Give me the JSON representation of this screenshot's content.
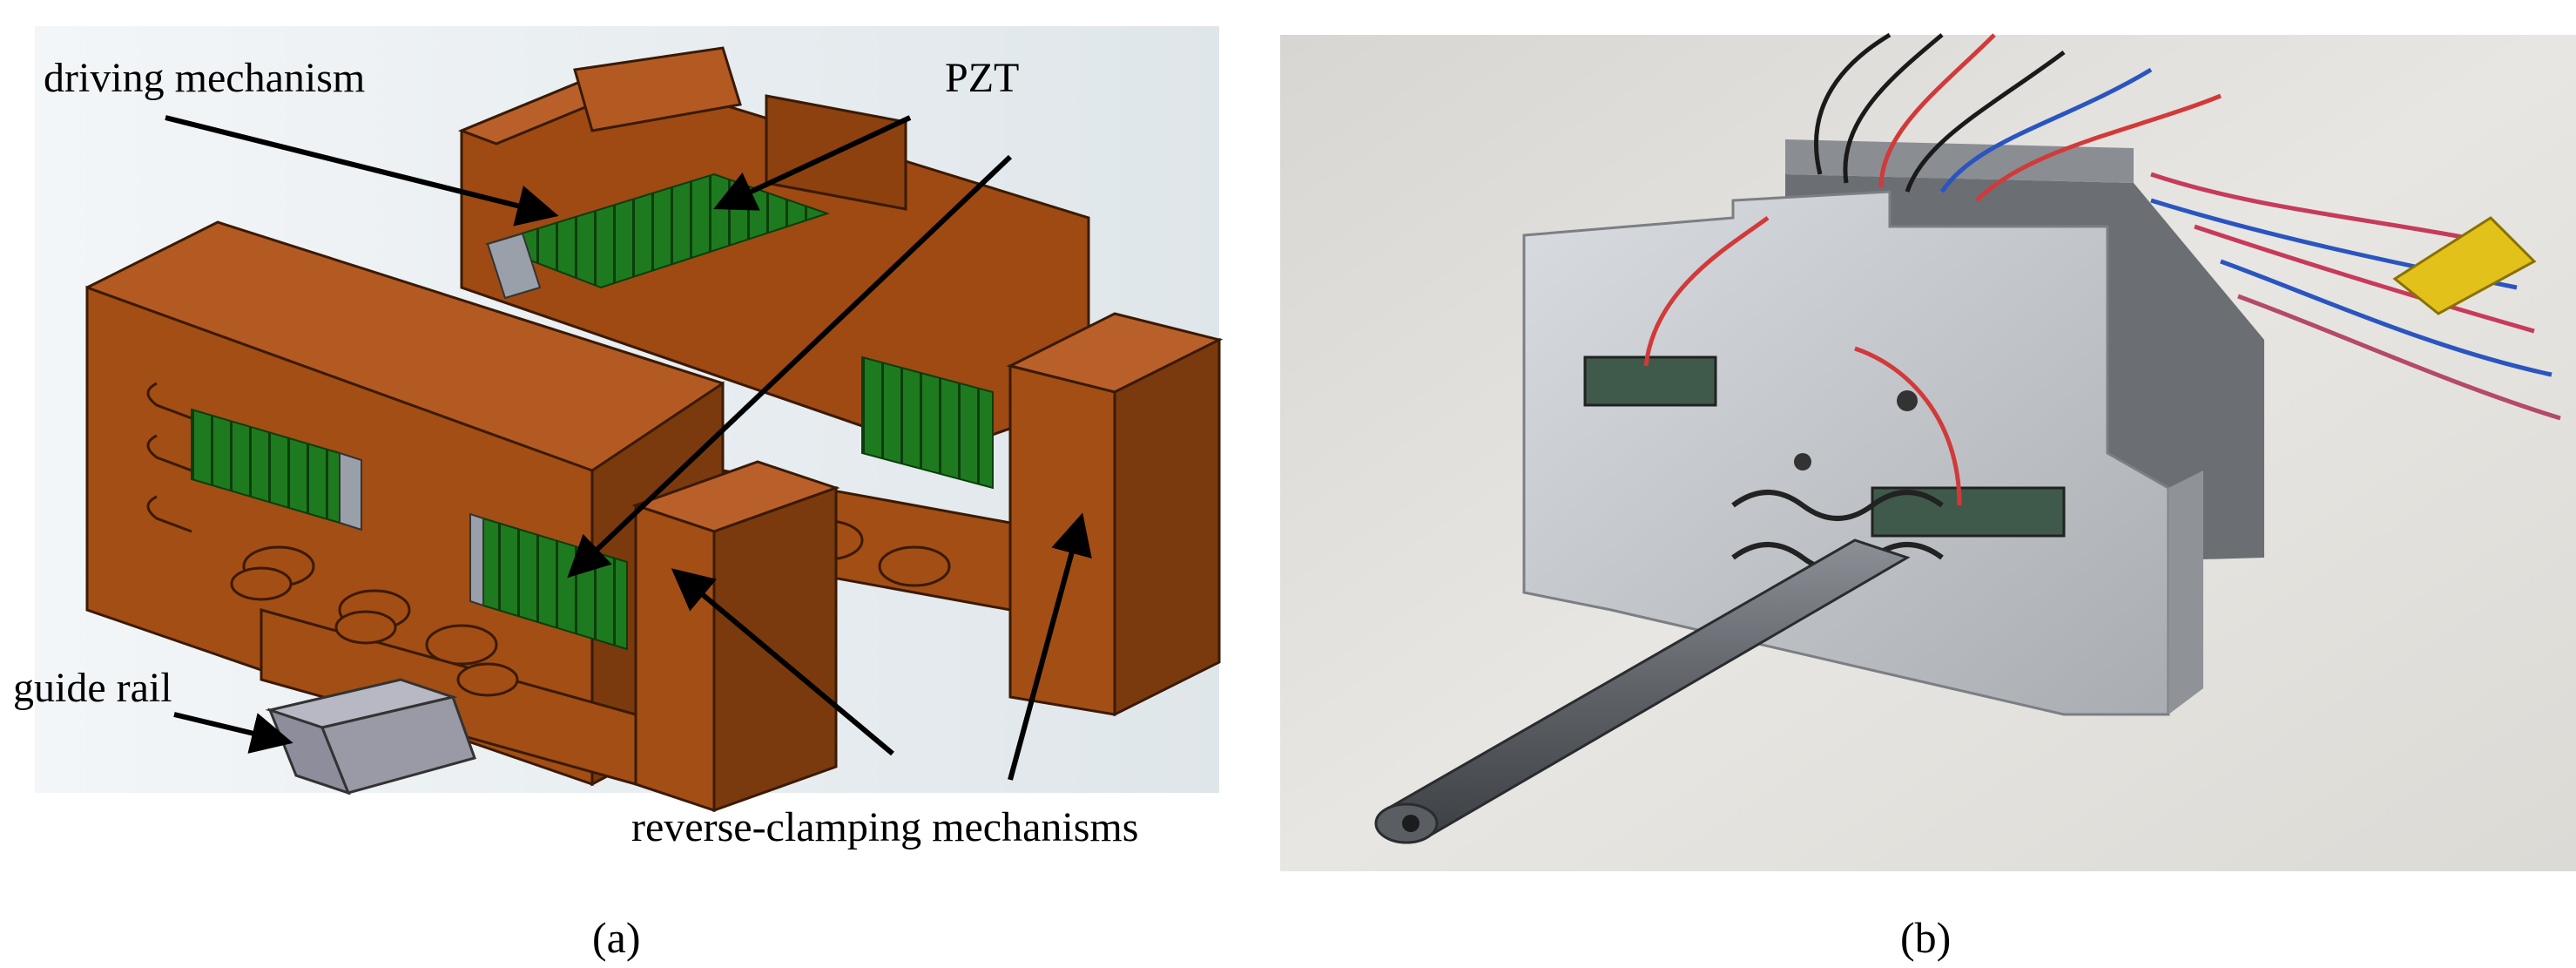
{
  "figure": {
    "panel_a": {
      "caption": "(a)",
      "labels": {
        "driving": "driving mechanism",
        "pzt": "PZT",
        "guide": "guide rail",
        "reverse": "reverse-clamping mechanisms"
      }
    },
    "panel_b": {
      "caption": "(b)"
    }
  },
  "colors": {
    "body": "#A34E14",
    "body_dark": "#7A3A0E",
    "body_light": "#B9602A",
    "pzt": "#1E7A1E",
    "rail": "#9A9AA6",
    "aluminum": "#C8CCD0",
    "background_photo": "#E6E4E0"
  }
}
